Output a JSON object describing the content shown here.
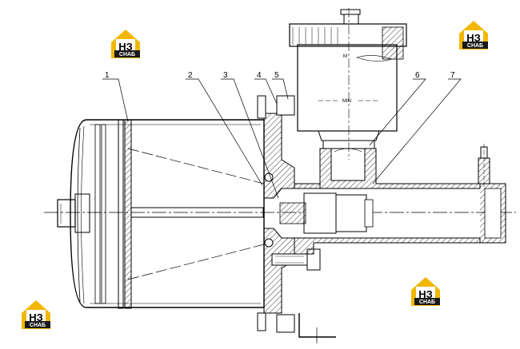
{
  "callouts": [
    "1",
    "2",
    "3",
    "4",
    "5",
    "6",
    "7"
  ],
  "reservoir": {
    "max_mark": "M",
    "min_mark": "MIN"
  },
  "watermark": {
    "logo_main": "НЗ",
    "logo_sub": "СНАБ",
    "accent": "#f2b705"
  },
  "colors": {
    "line": "#000000",
    "hatch": "#000000",
    "background": "#ffffff"
  }
}
